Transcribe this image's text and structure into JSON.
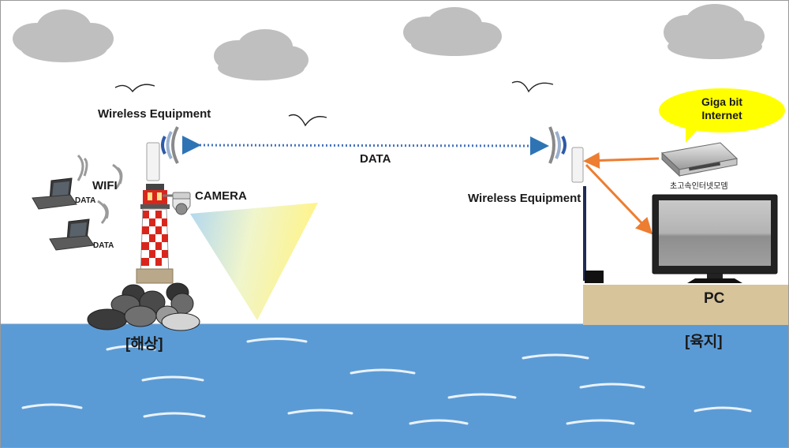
{
  "labels": {
    "wireless_left": "Wireless Equipment",
    "wireless_right": "Wireless Equipment",
    "data_link": "DATA",
    "wifi": "WIFI",
    "laptop_data_1": "DATA",
    "laptop_data_2": "DATA",
    "camera": "CAMERA",
    "modem_line1": "Giga bit",
    "modem_line2": "Internet",
    "modem_caption": "초고속인터넷모뎀",
    "pc": "PC",
    "sea_zone": "[해상]",
    "land_zone": "[육지]"
  },
  "icons": {
    "cloud": "cloud-icon",
    "bird": "bird-icon",
    "laptop": "laptop-icon",
    "lighthouse": "lighthouse-icon",
    "camera": "cctv-camera-icon",
    "antenna": "wireless-antenna-icon",
    "modem": "modem-icon",
    "monitor": "monitor-icon"
  },
  "colors": {
    "sea": "#5b9bd5",
    "cloud": "#bfbfbf",
    "land": "#d8c49b",
    "data_arrow": "#4472c4",
    "cable_arrow": "#ed7d31",
    "bubble": "#ffff00",
    "lighthouse_red": "#d9261c"
  }
}
